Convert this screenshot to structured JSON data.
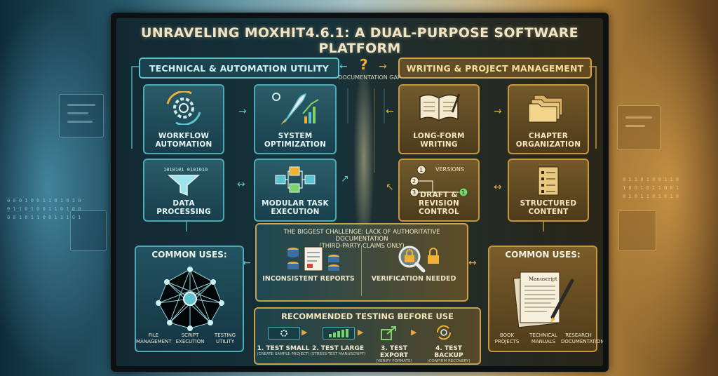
{
  "title": "UNRAVELING MOXHIT4.6.1: A DUAL-PURPOSE SOFTWARE PLATFORM",
  "left_header": "TECHNICAL & AUTOMATION UTILITY",
  "right_header": "WRITING & PROJECT MANAGEMENT",
  "gap": {
    "mark": "?",
    "label": "DOCUMENTATION GAP"
  },
  "left_boxes": [
    {
      "label": "WORKFLOW AUTOMATION"
    },
    {
      "label": "SYSTEM OPTIMIZATION"
    },
    {
      "label": "DATA PROCESSING",
      "binary": "1010101\n0101010"
    },
    {
      "label": "MODULAR TASK EXECUTION"
    }
  ],
  "right_boxes": [
    {
      "label": "LONG-FORM WRITING"
    },
    {
      "label": "CHAPTER ORGANIZATION"
    },
    {
      "label": "DRAFT & REVISION CONTROL",
      "versions": "VERSIONS",
      "nums": [
        "1",
        "2",
        "3",
        "1"
      ]
    },
    {
      "label": "STRUCTURED CONTENT"
    }
  ],
  "challenge": {
    "title": "THE BIGGEST CHALLENGE: LACK OF AUTHORITATIVE DOCUMENTATION",
    "subtitle": "(THIRD-PARTY CLAIMS ONLY)",
    "left_label": "INCONSISTENT REPORTS",
    "right_label": "VERIFICATION NEEDED"
  },
  "left_common": {
    "title": "COMMON USES:",
    "items": [
      "FILE MANAGEMENT",
      "SCRIPT EXECUTION",
      "TESTING UTILITY"
    ]
  },
  "right_common": {
    "title": "COMMON USES:",
    "doc_label": "Manuscript",
    "items": [
      "BOOK PROJECTS",
      "TECHNICAL MANUALS",
      "RESEARCH DOCUMENTATION"
    ]
  },
  "testing": {
    "title": "RECOMMENDED TESTING BEFORE USE",
    "steps": [
      {
        "label": "1. TEST SMALL",
        "sub": "(CREATE SAMPLE PROJECT)"
      },
      {
        "label": "2. TEST LARGE",
        "sub": "(STRESS-TEST MANUSCRIPT)"
      },
      {
        "label": "3. TEST EXPORT",
        "sub": "(VERIFY FORMATS)"
      },
      {
        "label": "4. TEST BACKUP",
        "sub": "(CONFIRM RECOVERY)"
      }
    ]
  },
  "colors": {
    "teal": "#5fc3cf",
    "gold": "#d8a54a",
    "title": "#efe4c6"
  },
  "icons": [
    "gears-refresh-icon",
    "rocket-chart-icon",
    "funnel-icon",
    "flowchart-icon",
    "open-book-icon",
    "folders-icon",
    "checklist-icon",
    "database-report-icon",
    "magnifier-lock-icon",
    "network-graph-icon",
    "manuscript-pen-icon",
    "gear-icon",
    "bar-chart-icon",
    "export-icon",
    "backup-icon"
  ],
  "background": {
    "left_binary": "0 0 0 1 0 0 1 1 0 1 0 1 0\n0 1 1 0 1 0 0 1 1 0 1 0 0\n0 0 1 0 1 1 0 0 1 1 1 0 1",
    "right_binary": "0 1 1 0 1 0 0 1 1 0\n1 0 0 1 0 1 1 0 0 1\n0 1 0 1 1 0 1 0 1 0"
  }
}
